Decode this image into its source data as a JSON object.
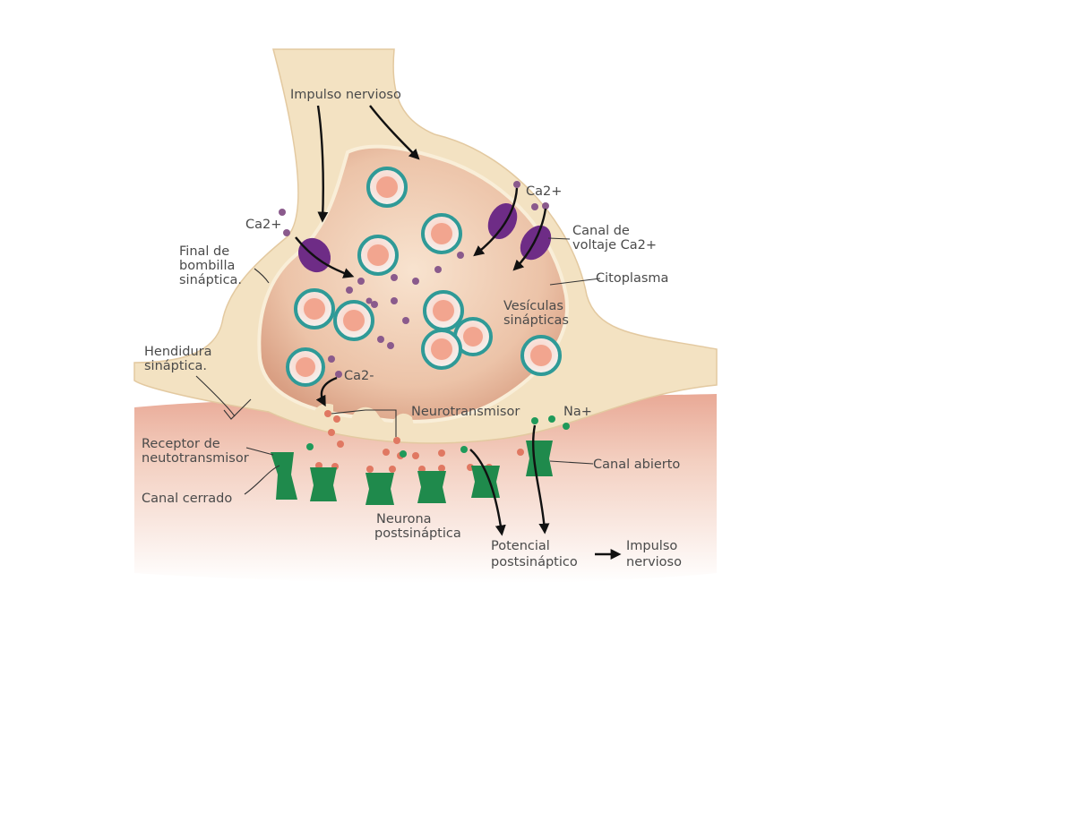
{
  "labels": {
    "impulso_nervioso_top": "Impulso nervioso",
    "ca_left": "Ca2+",
    "ca_right": "Ca2+",
    "ca_bottom": "Ca2-",
    "canal_voltaje_1": "Canal de",
    "canal_voltaje_2": "voltaje Ca2+",
    "final_bombilla_1": "Final de",
    "final_bombilla_2": "bombilla",
    "final_bombilla_3": "sináptica.",
    "citoplasma": "Citoplasma",
    "vesiculas_1": "Vesículas",
    "vesiculas_2": "sinápticas",
    "hendidura_1": "Hendidura",
    "hendidura_2": "sináptica.",
    "neurotransmisor": "Neurotransmisor",
    "na": "Na+",
    "receptor_1": "Receptor de",
    "receptor_2": "neutotransmisor",
    "canal_abierto": "Canal abierto",
    "canal_cerrado": "Canal cerrado",
    "neurona_1": "Neurona",
    "neurona_2": "postsináptica",
    "potencial_1": "Potencial",
    "potencial_2": "postsináptico",
    "impulso_out_1": "Impulso",
    "impulso_out_2": "nervioso"
  },
  "colors": {
    "membrane": "#f3e2c2",
    "membrane_edge": "#e3c9a0",
    "cytoplasm": "#e6b89c",
    "cytoplasm_center": "#f6dcc6",
    "postsynaptic": "#f0c6b4",
    "vesicle_ring": "#2f9a97",
    "vesicle_fill": "#f2a58f",
    "calcium_channel": "#6e2c86",
    "calcium_ion": "#8a5a8c",
    "receptor": "#1f8a4c",
    "sodium_ion": "#1f9a5a",
    "neurotransmitter": "#e07862"
  }
}
